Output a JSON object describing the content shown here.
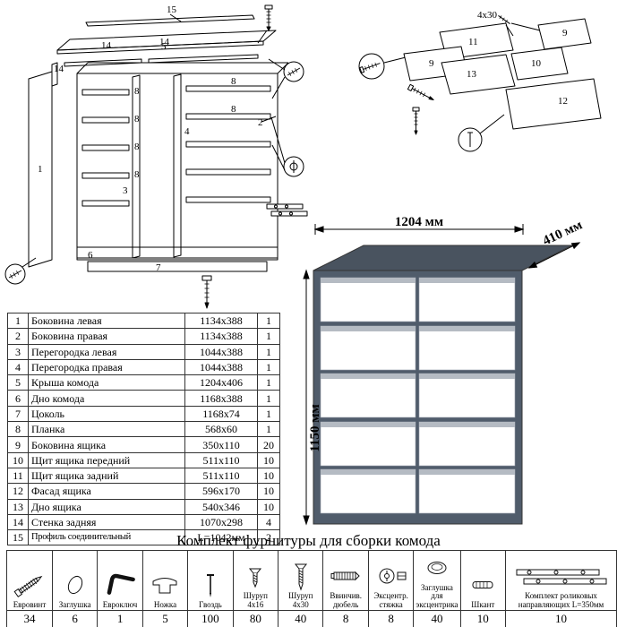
{
  "diagram": {
    "dim_width": "1204 мм",
    "dim_depth": "410 мм",
    "dim_height": "1150 мм",
    "screw_note": "4x30",
    "labels": {
      "p1": "1",
      "p2": "2",
      "p3": "3",
      "p4": "4",
      "p5": "5",
      "p6": "6",
      "p7": "7",
      "p8": "8",
      "p9": "9",
      "p10": "10",
      "p11": "11",
      "p12": "12",
      "p13": "13",
      "p14": "14",
      "p15": "15"
    },
    "colors": {
      "dresser_body": "#505c6b",
      "dresser_top": "#49535f",
      "drawer_front": "#ffffff",
      "drawer_groove": "#b5bbc3"
    }
  },
  "parts": {
    "rows": [
      {
        "num": "1",
        "name": "Боковина левая",
        "size": "1134x388",
        "qty": "1"
      },
      {
        "num": "2",
        "name": "Боковина правая",
        "size": "1134x388",
        "qty": "1"
      },
      {
        "num": "3",
        "name": "Перегородка левая",
        "size": "1044x388",
        "qty": "1"
      },
      {
        "num": "4",
        "name": "Перегородка правая",
        "size": "1044x388",
        "qty": "1"
      },
      {
        "num": "5",
        "name": "Крыша комода",
        "size": "1204x406",
        "qty": "1"
      },
      {
        "num": "6",
        "name": "Дно комода",
        "size": "1168x388",
        "qty": "1"
      },
      {
        "num": "7",
        "name": "Цоколь",
        "size": "1168x74",
        "qty": "1"
      },
      {
        "num": "8",
        "name": "Планка",
        "size": "568x60",
        "qty": "1"
      },
      {
        "num": "9",
        "name": "Боковина ящика",
        "size": "350x110",
        "qty": "20"
      },
      {
        "num": "10",
        "name": "Щит ящика передний",
        "size": "511x110",
        "qty": "10"
      },
      {
        "num": "11",
        "name": "Щит ящика задний",
        "size": "511x110",
        "qty": "10"
      },
      {
        "num": "12",
        "name": "Фасад ящика",
        "size": "596x170",
        "qty": "10"
      },
      {
        "num": "13",
        "name": "Дно ящика",
        "size": "540x346",
        "qty": "10"
      },
      {
        "num": "14",
        "name": "Стенка задняя",
        "size": "1070x298",
        "qty": "4"
      },
      {
        "num": "15",
        "name": "Профиль соединительный",
        "size": "L=1042мм",
        "qty": "2"
      }
    ]
  },
  "hardware": {
    "title": "Комплект фурнитуры для сборки комода",
    "items": [
      {
        "name": "Евровинт",
        "qty": "34",
        "icon": "confirmat-screw"
      },
      {
        "name": "Заглушка",
        "qty": "6",
        "icon": "cap"
      },
      {
        "name": "Евроключ",
        "qty": "1",
        "icon": "hex-key"
      },
      {
        "name": "Ножка",
        "qty": "5",
        "icon": "furniture-leg"
      },
      {
        "name": "Гвоздь",
        "qty": "100",
        "icon": "nail"
      },
      {
        "name": "Шуруп 4x16",
        "qty": "80",
        "icon": "screw-4x16"
      },
      {
        "name": "Шуруп 4x30",
        "qty": "40",
        "icon": "screw-4x30"
      },
      {
        "name": "Ввинчив. дюбель",
        "qty": "8",
        "icon": "screw-in-dowel"
      },
      {
        "name": "Эксцентр. стяжка",
        "qty": "8",
        "icon": "cam-lock"
      },
      {
        "name": "Заглушка для эксцентрика",
        "qty": "40",
        "icon": "cam-cap"
      },
      {
        "name": "Шкант",
        "qty": "10",
        "icon": "wood-dowel"
      },
      {
        "name": "Комплект роликовых направляющих L=350мм",
        "qty": "10",
        "icon": "drawer-slide"
      }
    ]
  }
}
